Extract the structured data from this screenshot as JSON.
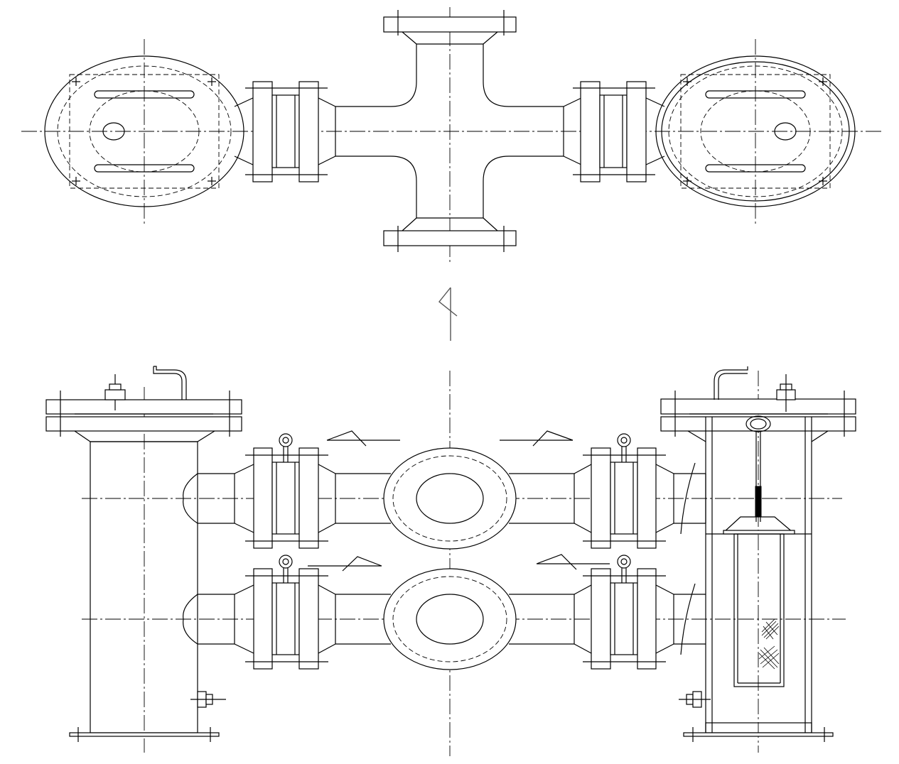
{
  "drawing": {
    "plan_view": {
      "tee_fittings": 2,
      "vessels": 2,
      "expansion_joints": 2,
      "flanged_branches": 2
    },
    "section_marker": {
      "text": ""
    },
    "front_view": {
      "vessels": [
        {
          "side": "left",
          "inlet_rows": 2,
          "strainer_basket": false
        },
        {
          "side": "right",
          "inlet_rows": 2,
          "strainer_basket": true
        }
      ],
      "pipe_rows": 2,
      "expansion_joints_per_row": 2,
      "lifting_eyes": 4,
      "flanged_fittings": 2
    }
  }
}
